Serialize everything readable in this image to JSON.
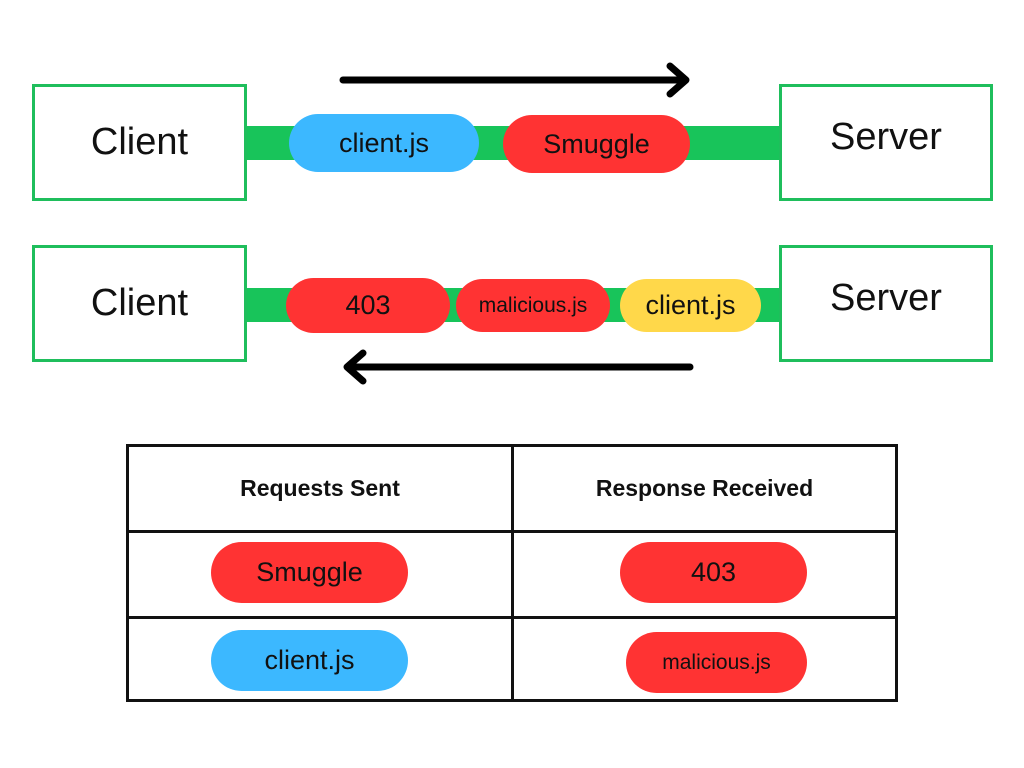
{
  "diagram": {
    "request_flow": {
      "client_label": "Client",
      "server_label": "Server",
      "direction": "client-to-server",
      "packets": [
        {
          "label": "client.js",
          "color": "#3cb8ff"
        },
        {
          "label": "Smuggle",
          "color": "#ff3333"
        }
      ]
    },
    "response_flow": {
      "client_label": "Client",
      "server_label": "Server",
      "direction": "server-to-client",
      "packets": [
        {
          "label": "403",
          "color": "#ff3333"
        },
        {
          "label": "malicious.js",
          "color": "#ff3333"
        },
        {
          "label": "client.js",
          "color": "#ffd84a"
        }
      ]
    },
    "colors": {
      "pipe": "#18c45a",
      "box_border": "#1fbe5c",
      "red": "#ff3333",
      "blue": "#3cb8ff",
      "yellow": "#ffd84a"
    }
  },
  "table": {
    "headers": [
      "Requests Sent",
      "Response Received"
    ],
    "rows": [
      {
        "request": "Smuggle",
        "response": "403"
      },
      {
        "request": "client.js",
        "response": "malicious.js"
      }
    ]
  }
}
